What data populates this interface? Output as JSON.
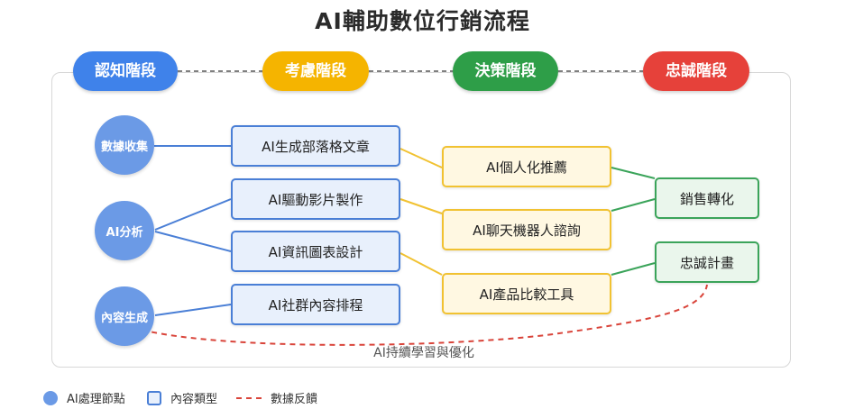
{
  "title": "AI輔助數位行銷流程",
  "stages": [
    {
      "label": "認知階段",
      "color": "#3f82ea"
    },
    {
      "label": "考慮階段",
      "color": "#f5b400"
    },
    {
      "label": "決策階段",
      "color": "#2e9e48"
    },
    {
      "label": "忠誠階段",
      "color": "#e6413a"
    }
  ],
  "ai_nodes": [
    "數據收集",
    "AI分析",
    "內容生成"
  ],
  "content_boxes": [
    "AI生成部落格文章",
    "AI驅動影片製作",
    "AI資訊圖表設計",
    "AI社群內容排程"
  ],
  "consider_boxes": [
    "AI個人化推薦",
    "AI聊天機器人諮詢",
    "AI產品比較工具"
  ],
  "outcome_boxes": [
    "銷售轉化",
    "忠誠計畫"
  ],
  "feedback_label": "AI持續學習與優化",
  "legend": {
    "ai_node": "AI處理節點",
    "content_type": "內容類型",
    "data_feedback": "數據反饋"
  }
}
